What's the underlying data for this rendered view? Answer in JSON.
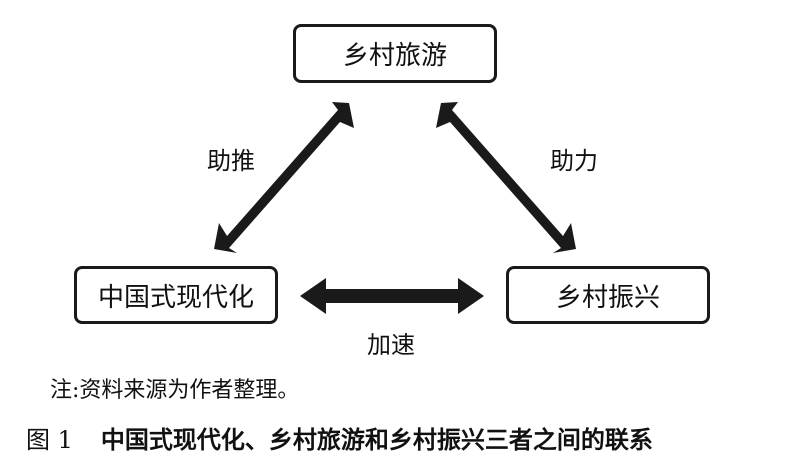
{
  "nodes": {
    "top": "乡村旅游",
    "left": "中国式现代化",
    "right": "乡村振兴"
  },
  "edges": {
    "left": "助推",
    "right": "助力",
    "bottom": "加速"
  },
  "note": "注:资料来源为作者整理。",
  "caption": {
    "number": "图 1",
    "title": "中国式现代化、乡村旅游和乡村振兴三者之间的联系"
  }
}
